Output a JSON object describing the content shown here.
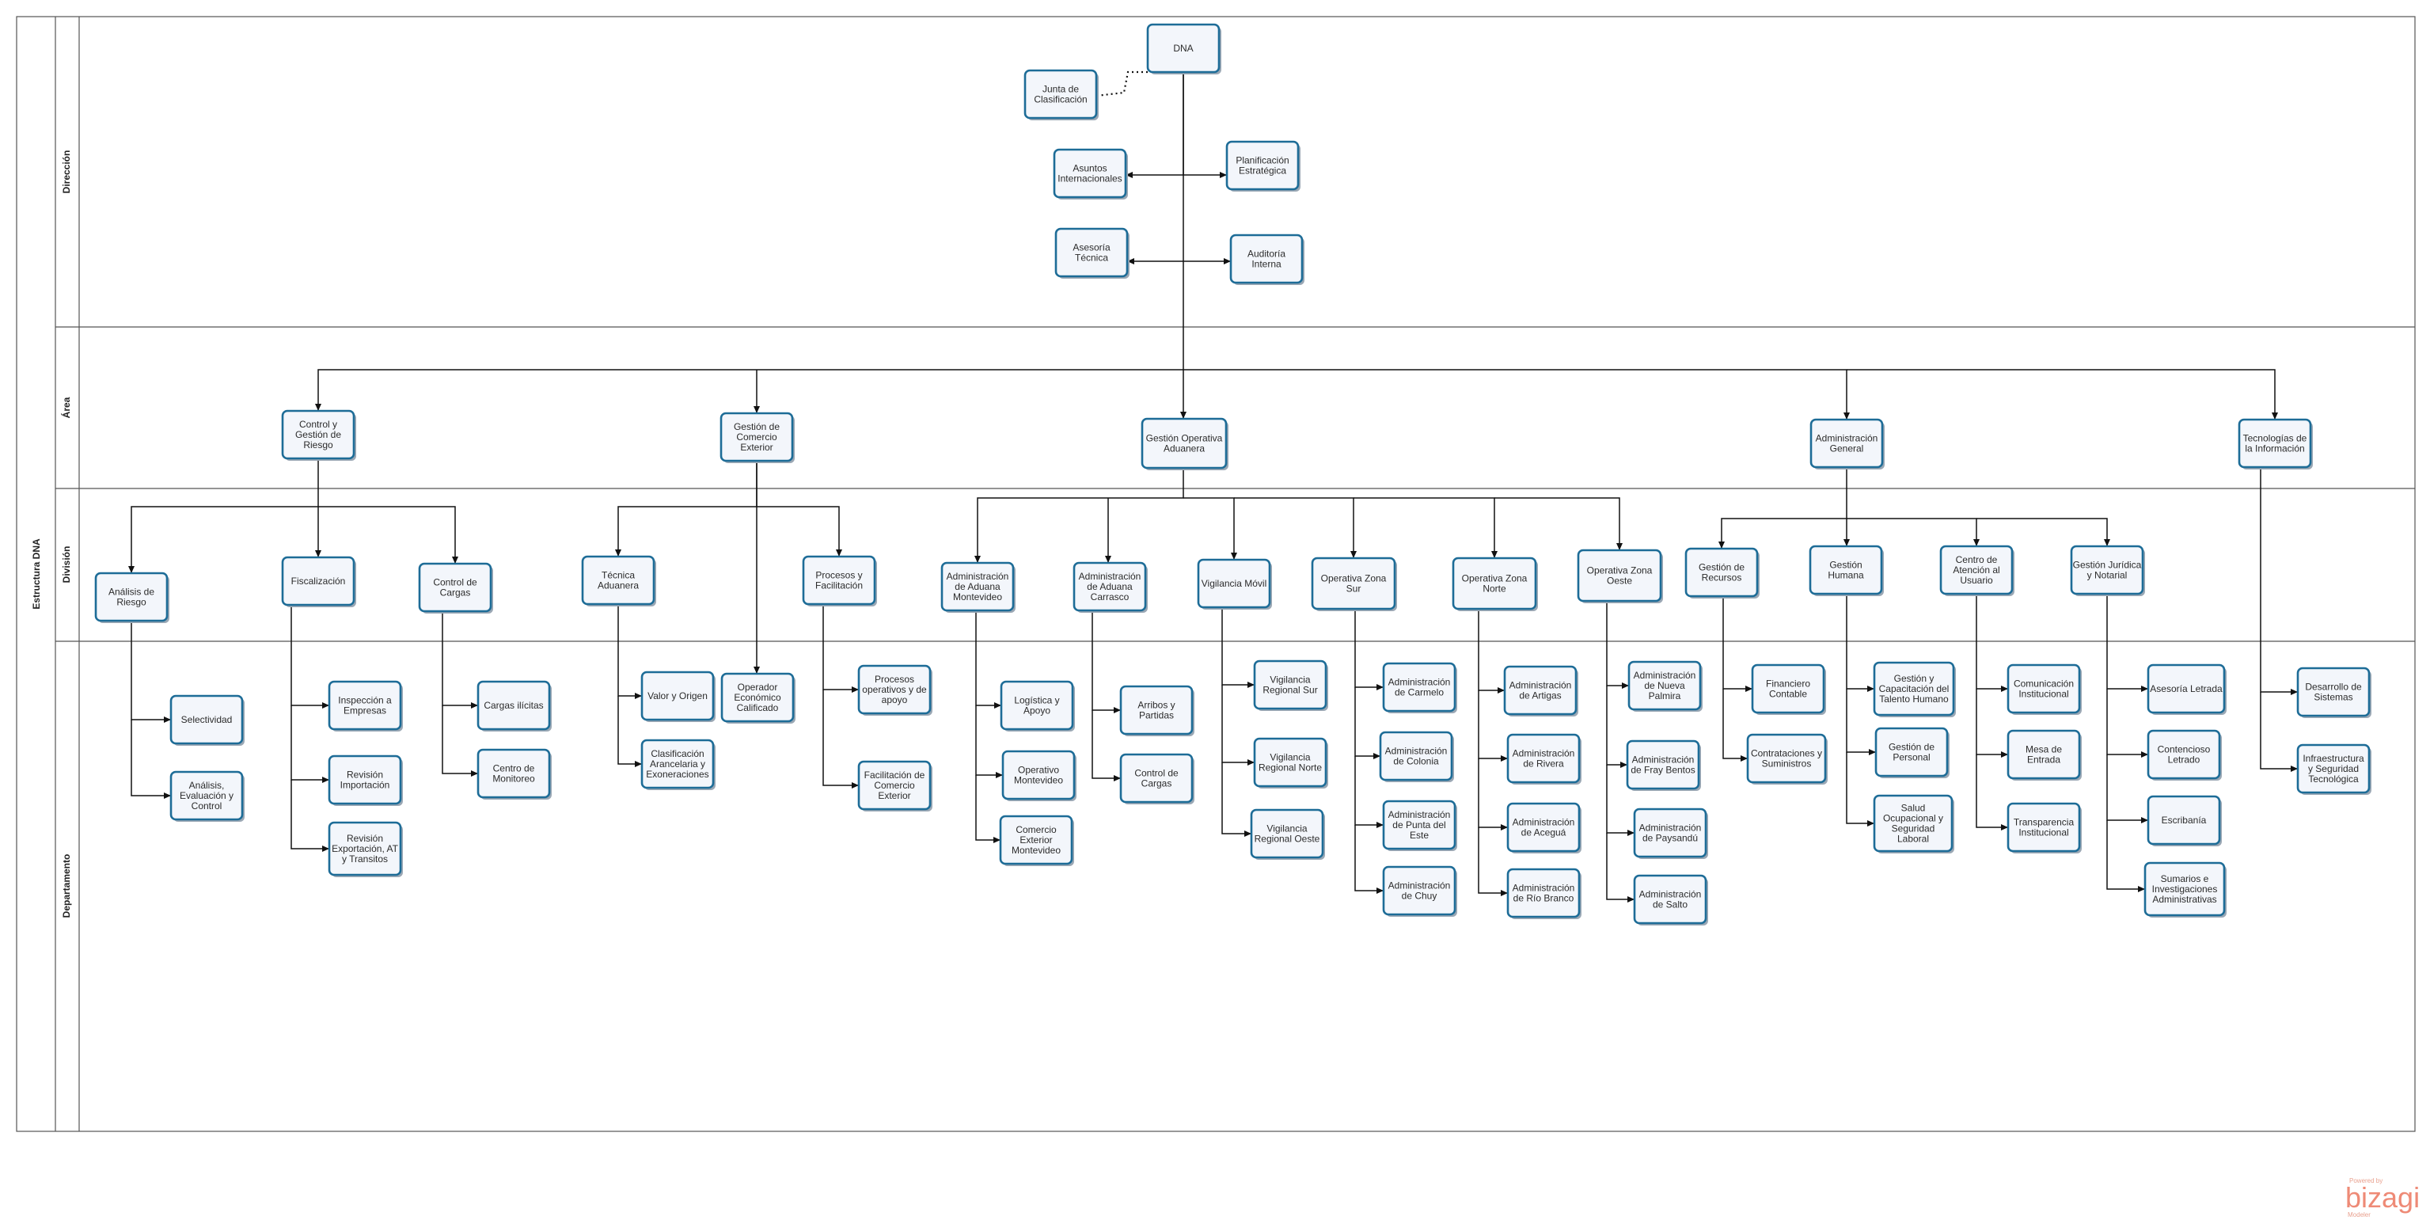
{
  "diagram": {
    "pool_title": "Estructura DNA",
    "lanes": [
      "Dirección",
      "Área",
      "División",
      "Departamento"
    ],
    "nodes": {
      "dna": [
        "DNA"
      ],
      "junta": [
        "Junta de",
        "Clasificación"
      ],
      "asuntos": [
        "Asuntos",
        "Internacionales"
      ],
      "planif": [
        "Planificación",
        "Estratégica"
      ],
      "asesoria": [
        "Asesoría",
        "Técnica"
      ],
      "auditoria": [
        "Auditoría",
        "Interna"
      ],
      "cgr": [
        "Control y",
        "Gestión de",
        "Riesgo"
      ],
      "gce": [
        "Gestión de",
        "Comercio",
        "Exterior"
      ],
      "goa": [
        "Gestión Operativa",
        "Aduanera"
      ],
      "ag": [
        "Administración",
        "General"
      ],
      "ti": [
        "Tecnologías de",
        "la Información"
      ],
      "ar": [
        "Análisis  de",
        "Riesgo"
      ],
      "fis": [
        "Fiscalización"
      ],
      "cc": [
        "Control de",
        "Cargas"
      ],
      "ta": [
        "Técnica",
        "Aduanera"
      ],
      "pf": [
        "Procesos y",
        "Facilitación"
      ],
      "aam": [
        "Administración",
        "de Aduana",
        "Montevideo"
      ],
      "aac": [
        "Administración",
        "de Aduana",
        "Carrasco"
      ],
      "vm": [
        "Vigilancia Móvil"
      ],
      "ozs": [
        "Operativa Zona",
        "Sur"
      ],
      "ozn": [
        "Operativa Zona",
        "Norte"
      ],
      "ozo": [
        "Operativa Zona",
        "Oeste"
      ],
      "gr": [
        "Gestión de",
        "Recursos"
      ],
      "gh": [
        "Gestión",
        "Humana"
      ],
      "cau": [
        "Centro de",
        "Atención al",
        "Usuario"
      ],
      "gjn": [
        "Gestión Jurídica",
        "y Notarial"
      ],
      "sel": [
        "Selectividad"
      ],
      "aec": [
        "Análisis,",
        "Evaluación y",
        "Control"
      ],
      "ie": [
        "Inspección a",
        "Empresas"
      ],
      "ri": [
        "Revisión",
        "Importación"
      ],
      "rex": [
        "Revisión",
        "Exportación, AT",
        "y Transitos"
      ],
      "cil": [
        "Cargas ilícitas"
      ],
      "cm": [
        "Centro de",
        "Monitoreo"
      ],
      "vo": [
        "Valor y Origen"
      ],
      "cae": [
        "Clasificación",
        "Arancelaria y",
        "Exoneraciones"
      ],
      "oec": [
        "Operador",
        "Económico",
        "Calificado"
      ],
      "poa": [
        "Procesos",
        "operativos y de",
        "apoyo"
      ],
      "fce": [
        "Facilitación  de",
        "Comercio",
        "Exterior"
      ],
      "la": [
        "Logística y",
        "Apoyo"
      ],
      "om": [
        "Operativo",
        "Montevideo"
      ],
      "cem": [
        "Comercio",
        "Exterior",
        "Montevideo"
      ],
      "ap": [
        "Arribos y",
        "Partidas"
      ],
      "cc2": [
        "Control de",
        "Cargas"
      ],
      "vrs": [
        "Vigilancia",
        "Regional Sur"
      ],
      "vrn": [
        "Vigilancia",
        "Regional Norte"
      ],
      "vro": [
        "Vigilancia",
        "Regional Oeste"
      ],
      "acar": [
        "Administración",
        "de Carmelo"
      ],
      "acol": [
        "Administración",
        "de Colonia"
      ],
      "apde": [
        "Administración",
        "de Punta del",
        "Este"
      ],
      "achu": [
        "Administración",
        "de Chuy"
      ],
      "aart": [
        "Administración",
        "de Artigas"
      ],
      "ariv": [
        "Administración",
        "de Rivera"
      ],
      "aace": [
        "Administración",
        "de Aceguá"
      ],
      "arbr": [
        "Administración",
        "de Río Branco"
      ],
      "anp": [
        "Administración",
        "de Nueva",
        "Palmira"
      ],
      "afb": [
        "Administración",
        "de Fray Bentos"
      ],
      "apay": [
        "Administración",
        "de Paysandú"
      ],
      "asal": [
        "Administración",
        "de Salto"
      ],
      "fc": [
        "Financiero",
        "Contable"
      ],
      "cs": [
        "Contrataciones y",
        "Suministros"
      ],
      "gcth": [
        "Gestión y",
        "Capacitación del",
        "Talento Humano"
      ],
      "gp": [
        "Gestión de",
        "Personal"
      ],
      "sosl": [
        "Salud",
        "Ocupacional y",
        "Seguridad",
        "Laboral"
      ],
      "ci": [
        "Comunicación",
        "Institucional"
      ],
      "me": [
        "Mesa de",
        "Entrada"
      ],
      "tin": [
        "Transparencia",
        "Institucional"
      ],
      "al": [
        "Asesoría Letrada"
      ],
      "cl": [
        "Contencioso",
        "Letrado"
      ],
      "esc": [
        "Escribanía"
      ],
      "sia": [
        "Sumarios e",
        "Investigaciones",
        "Administrativas"
      ],
      "ds": [
        "Desarrollo de",
        "Sistemas"
      ],
      "ist": [
        "Infraestructura",
        "y Seguridad",
        "Tecnológica"
      ]
    }
  },
  "watermark": {
    "powered_by": "Powered by",
    "brand": "bizagi",
    "product": "Modeler"
  }
}
